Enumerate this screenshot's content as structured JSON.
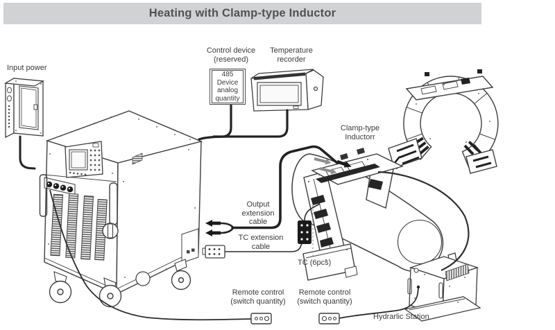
{
  "title": "Heating with Clamp-type Inductor",
  "diagram": {
    "labels": {
      "input_power": "Input power",
      "control_device": "Control device\n(reserved)",
      "device_485_box": "485 Device\nanalog\nquantity",
      "temperature_recorder": "Temperature\nrecorder",
      "clamp_inductor": "Clamp-type\nInductorr",
      "output_extension_cable": "Output\nextension\ncable",
      "tc_extension_cable": "TC extension\ncable",
      "tc_count": "TC (6pcs)",
      "remote_control_left": "Remote control\n(switch quantity)",
      "remote_control_right": "Remote control\n(switch quantity)",
      "hydraulic_station": "Hydrarlic Station"
    },
    "colors": {
      "title_bar_bg": "#d1d2d3",
      "title_text": "#515154",
      "line_art": "#3c3c3c",
      "label_text": "#3a3a3a",
      "cable_black": "#222222",
      "direction_arrow_gray": "#8f8f8f",
      "coil_dark": "#262626"
    }
  }
}
